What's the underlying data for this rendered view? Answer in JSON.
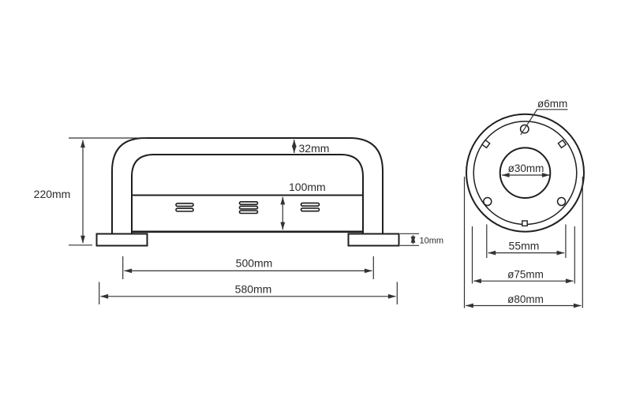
{
  "colors": {
    "background": "#ffffff",
    "outline": "#1f1f1f",
    "dimension": "#333333",
    "text": "#2b2b2b"
  },
  "front_view": {
    "dimensions": {
      "overall_height": "220mm",
      "tube_diameter": "32mm",
      "panel_height": "100mm",
      "base_thickness": "10mm",
      "mounting_span": "500mm",
      "overall_width": "580mm"
    }
  },
  "end_view": {
    "dimensions": {
      "screw_hole_diameter": "ø6mm",
      "bore_diameter": "ø30mm",
      "hole_spacing": "55mm",
      "flange_inner_diameter": "ø75mm",
      "flange_outer_diameter": "ø80mm"
    }
  }
}
